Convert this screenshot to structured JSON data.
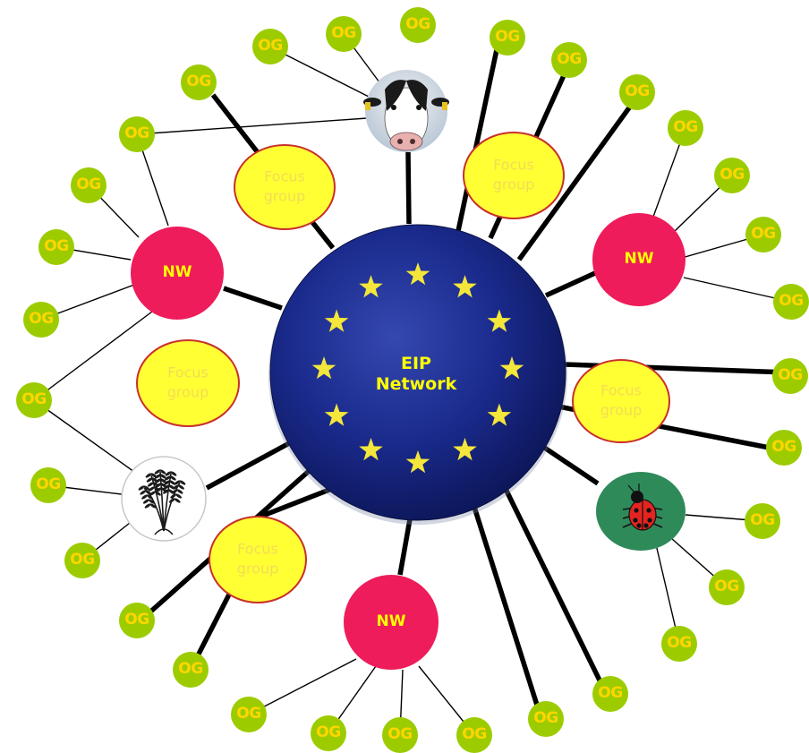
{
  "center": {
    "line1": "EIP",
    "line2": "Network"
  },
  "network_label": "NW",
  "focus_group_label": {
    "line1": "Focus",
    "line2": "group"
  },
  "og_label": "OG",
  "colors": {
    "og_fill": "#9ccc00",
    "og_text": "#ffd600",
    "nw_fill": "#ee1c5a",
    "nw_text": "#ffff00",
    "fg_fill": "#ffff33",
    "fg_stroke": "#c8302c",
    "fg_text": "#f2dd55",
    "eip_fill": "#1a2a8c",
    "eip_text": "#ffff00",
    "star": "#f4e63a",
    "ladybug_fill": "#2f8a5a",
    "line": "#000000"
  },
  "icons": [
    "cow-photo-icon",
    "wheat-icon",
    "ladybug-icon",
    "eu-star-icon"
  ]
}
